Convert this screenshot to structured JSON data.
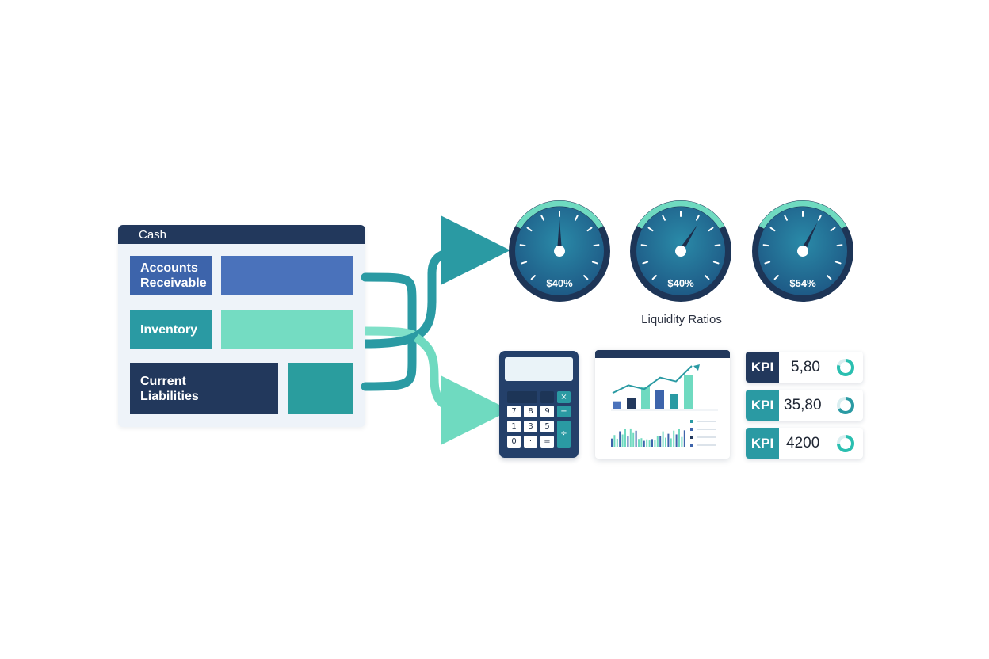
{
  "balance_sheet": {
    "header": "Cash",
    "rows": [
      {
        "label": "Accounts\nReceivable"
      },
      {
        "label": "Inventory"
      },
      {
        "label": "Current\nLiabilities"
      }
    ]
  },
  "gauges": {
    "title": "Liquidity Ratios",
    "items": [
      {
        "value_text": "$40%",
        "level": 0.5
      },
      {
        "value_text": "$40%",
        "level": 0.62
      },
      {
        "value_text": "$54%",
        "level": 0.6
      }
    ]
  },
  "calculator": {
    "keys": [
      "7",
      "8",
      "9",
      "1",
      "3",
      "5",
      "0",
      "·",
      "="
    ],
    "op_keys": [
      "×",
      "−",
      "÷"
    ]
  },
  "kpis": [
    {
      "tag": "KPI",
      "value": "5,80",
      "tag_color": "#22385c"
    },
    {
      "tag": "KPI",
      "value": "35,80",
      "tag_color": "#2a9aa3"
    },
    {
      "tag": "KPI",
      "value": "4200",
      "tag_color": "#2a9aa3"
    }
  ],
  "colors": {
    "navy": "#22385c",
    "blue": "#4a72bb",
    "teal": "#2a9aa3",
    "mint": "#6fdac0",
    "gauge_dial": "#1e5a86"
  },
  "mini_charts": {
    "bars": [
      2,
      3,
      6,
      5,
      4,
      9
    ],
    "line": [
      2,
      4,
      3,
      6,
      5,
      9
    ]
  }
}
